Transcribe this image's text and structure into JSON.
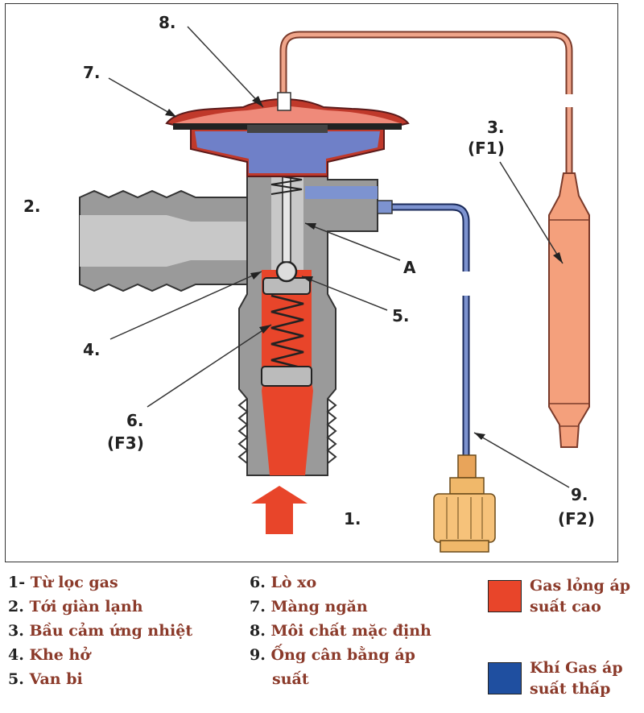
{
  "diagram": {
    "labels": {
      "n8": "8.",
      "n7": "7.",
      "n2": "2.",
      "n3": "3.",
      "f1": "(F1)",
      "a": "A",
      "n5": "5.",
      "n4": "4.",
      "n6": "6.",
      "f3": "(F3)",
      "n1": "1.",
      "n9": "9.",
      "f2": "(F2)"
    }
  },
  "legend": {
    "col1": [
      {
        "num": "1-",
        "text": "Từ lọc gas"
      },
      {
        "num": "2.",
        "text": "Tới giàn lạnh"
      },
      {
        "num": "3.",
        "text": "Bầu cảm ứng nhiệt"
      },
      {
        "num": "4.",
        "text": "Khe hở"
      },
      {
        "num": "5.",
        "text": "Van bi"
      }
    ],
    "col2": [
      {
        "num": "6.",
        "text": "Lò xo"
      },
      {
        "num": "7.",
        "text": "Màng ngăn"
      },
      {
        "num": "8.",
        "text": "Môi chất mặc định"
      },
      {
        "num": "9.",
        "text": "Ống cân bằng áp"
      },
      {
        "num": "",
        "text": "suất"
      }
    ],
    "keys": [
      {
        "line1": "Gas lỏng áp",
        "line2": "suất cao",
        "color": "#e8452a"
      },
      {
        "line1": "Khí Gas áp",
        "line2": "suất thấp",
        "color": "#1f4fa0"
      }
    ]
  }
}
